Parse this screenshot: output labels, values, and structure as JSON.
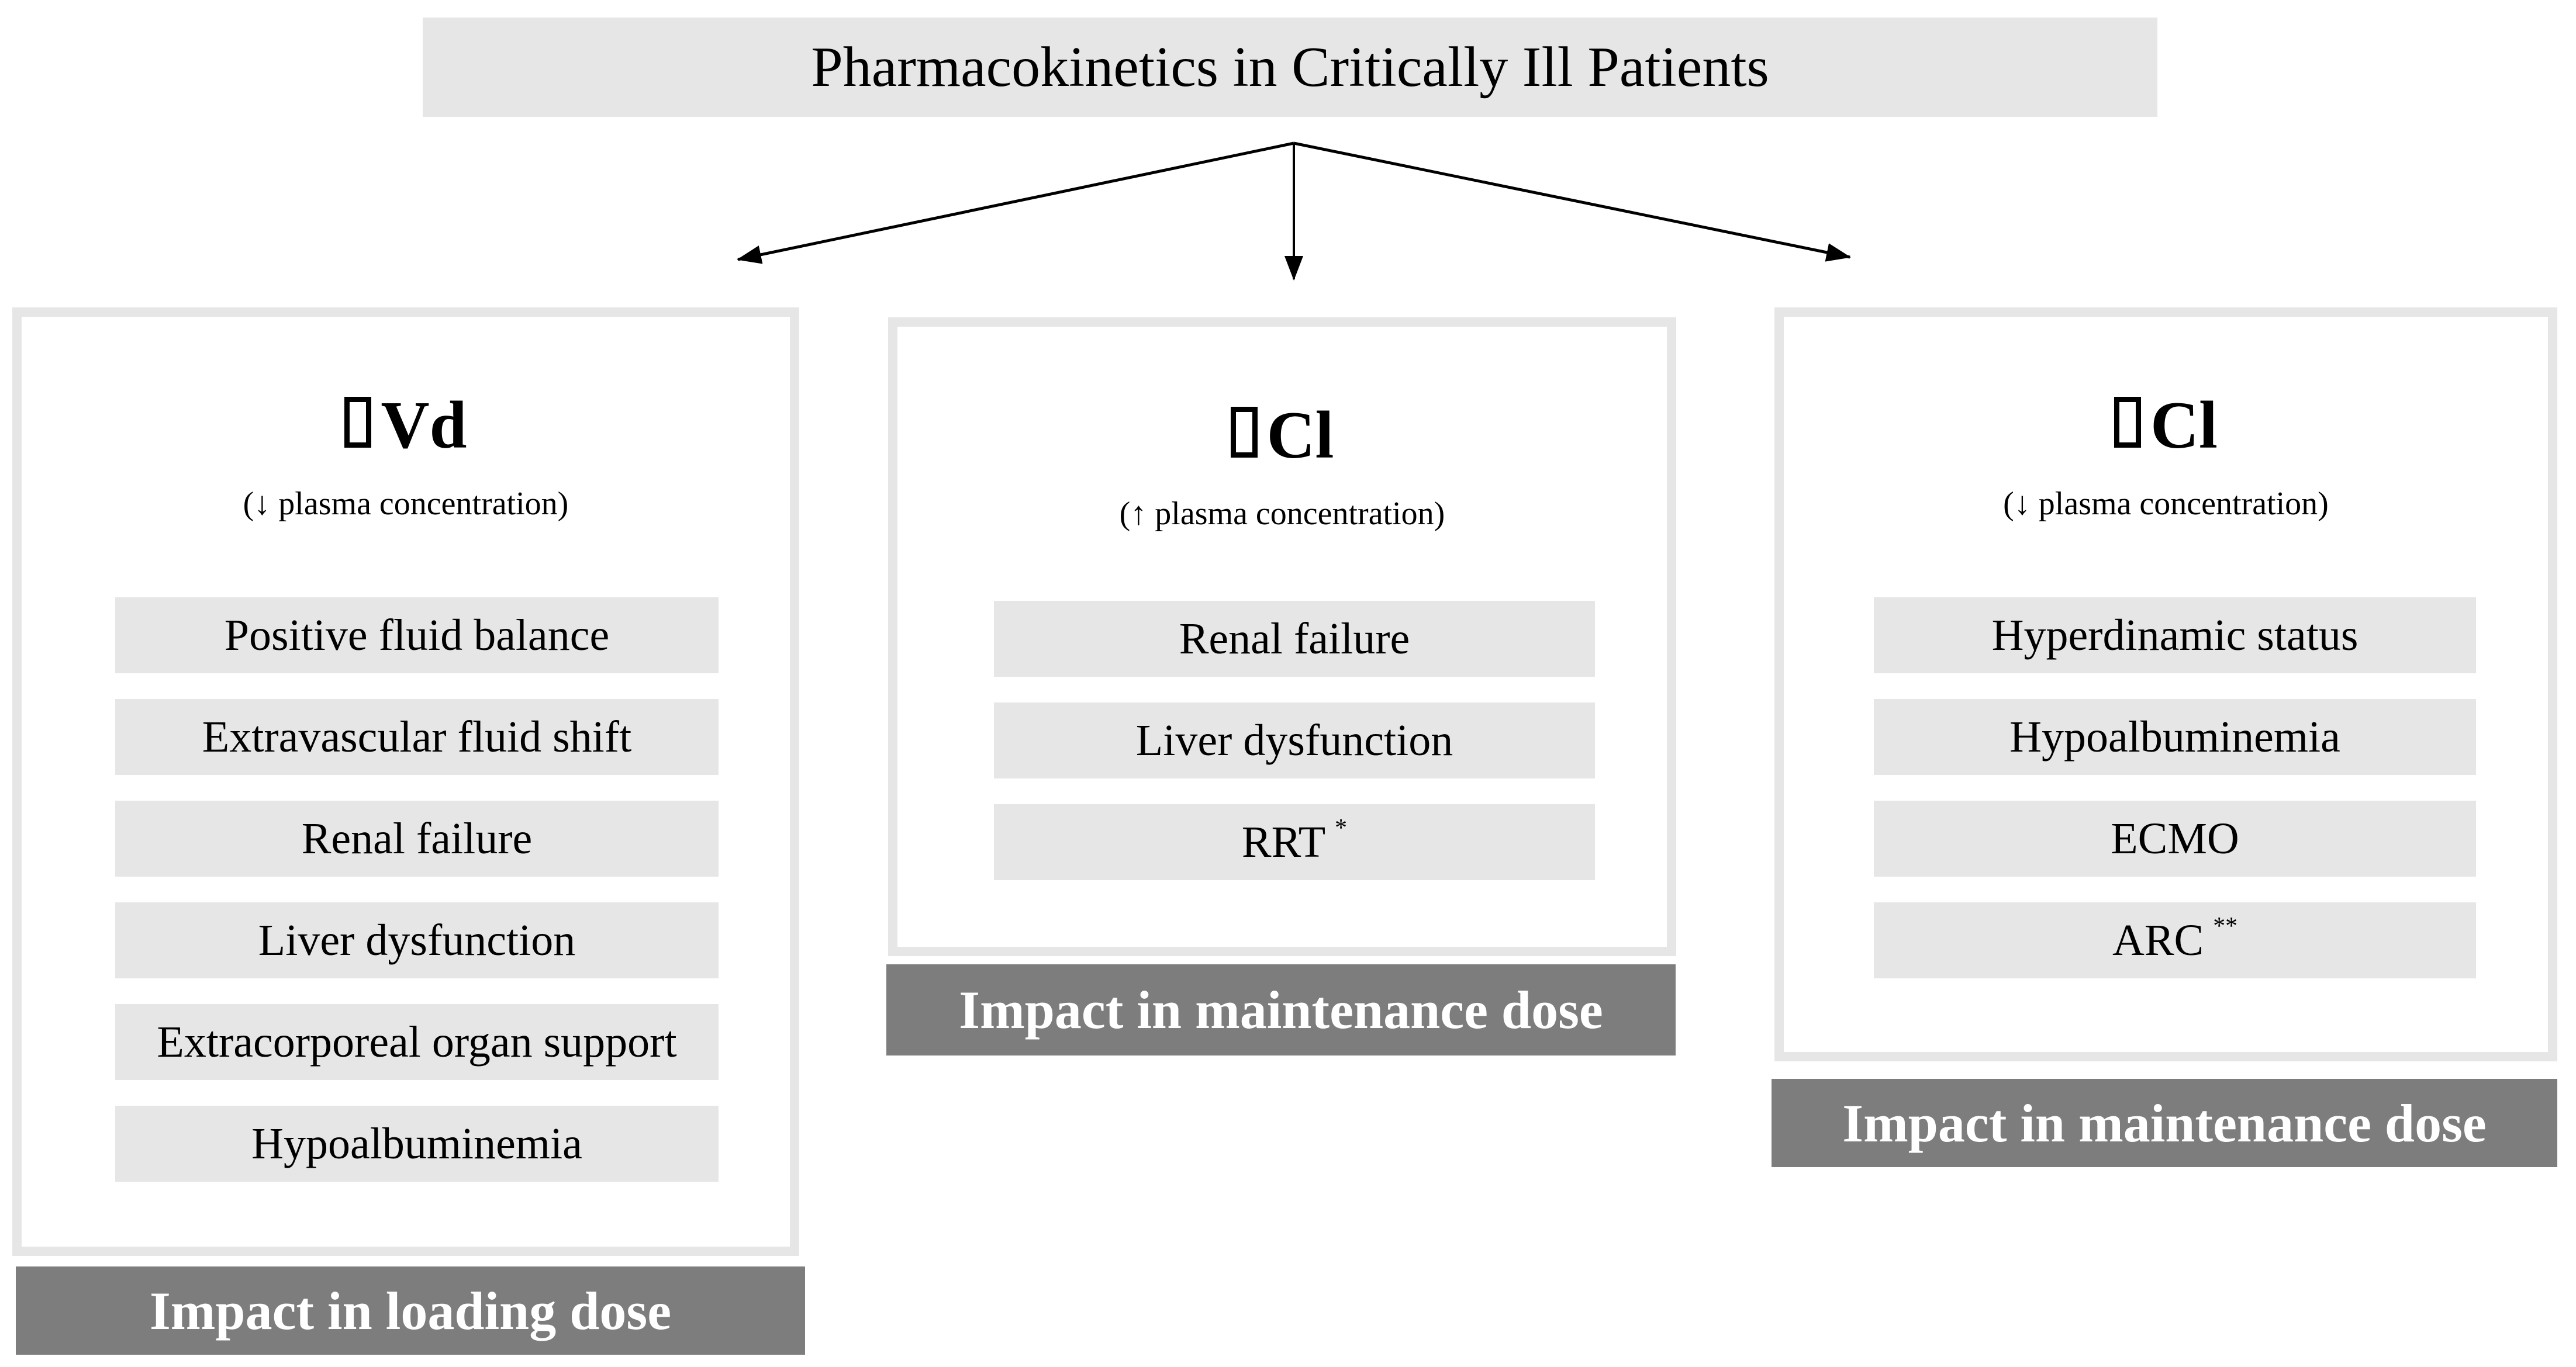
{
  "title": {
    "text": "Pharmacokinetics in Critically Ill Patients"
  },
  "branch_arrows": {
    "icon": "fan-out-three-arrows-down",
    "count": 3
  },
  "columns": [
    {
      "header": {
        "symbol_icon": "missing-glyph-box",
        "label": "Vd"
      },
      "subtitle": "(↓ plasma concentration)",
      "items": [
        {
          "text": "Positive fluid balance",
          "sup": ""
        },
        {
          "text": "Extravascular fluid shift",
          "sup": ""
        },
        {
          "text": "Renal failure",
          "sup": ""
        },
        {
          "text": "Liver dysfunction",
          "sup": ""
        },
        {
          "text": "Extracorporeal organ support",
          "sup": ""
        },
        {
          "text": "Hypoalbuminemia",
          "sup": ""
        }
      ],
      "banner": "Impact in loading dose"
    },
    {
      "header": {
        "symbol_icon": "missing-glyph-box",
        "label": "Cl"
      },
      "subtitle": "(↑ plasma concentration)",
      "items": [
        {
          "text": "Renal failure",
          "sup": ""
        },
        {
          "text": "Liver dysfunction",
          "sup": ""
        },
        {
          "text": "RRT",
          "sup": "*"
        }
      ],
      "banner": "Impact in maintenance dose"
    },
    {
      "header": {
        "symbol_icon": "missing-glyph-box",
        "label": "Cl"
      },
      "subtitle": "(↓ plasma concentration)",
      "items": [
        {
          "text": "Hyperdinamic status",
          "sup": ""
        },
        {
          "text": "Hypoalbuminemia",
          "sup": ""
        },
        {
          "text": "ECMO",
          "sup": ""
        },
        {
          "text": "ARC",
          "sup": "**"
        }
      ],
      "banner": "Impact in maintenance dose"
    }
  ],
  "colors": {
    "light_gray": "#e6e6e6",
    "banner_gray": "#7d7d7d",
    "text": "#000000",
    "banner_text": "#ffffff",
    "arrow": "#000000",
    "background": "#ffffff"
  }
}
